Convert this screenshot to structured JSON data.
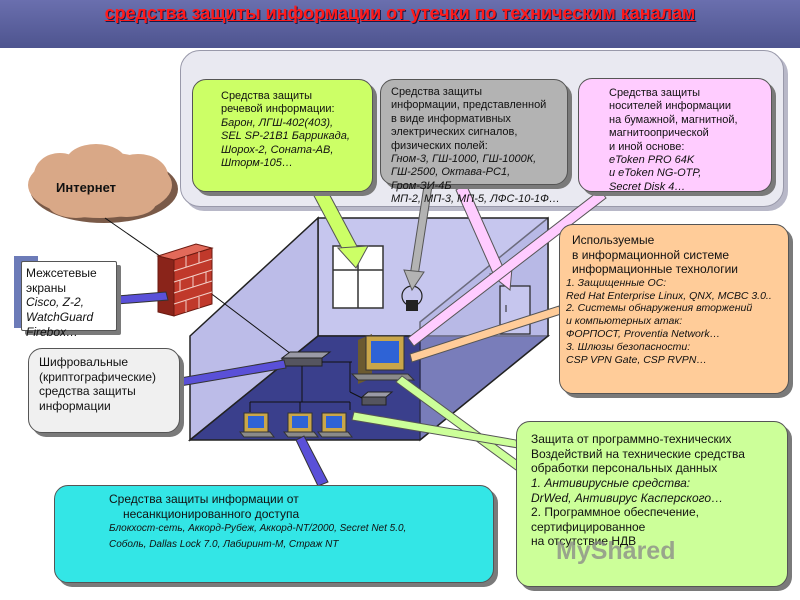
{
  "title": "средства защиты информации от утечки по техническим каналам",
  "internet": "Интернет",
  "box_speech": {
    "line1": "Средства защиты",
    "line2": "речевой информации:",
    "line3": "Барон, ЛГШ-402(403),",
    "line4": "SEL SP-21B1 Баррикада,",
    "line5": "Шорох-2, Соната-АВ,",
    "line6": "Шторм-105…"
  },
  "box_signals": {
    "line1": "Средства защиты",
    "line2": "информации, представленной",
    "line3": "в виде информативных",
    "line4": "электрических сигналов,",
    "line5": "физических полей:",
    "line6": "Гном-3, ГШ-1000, ГШ-1000К,",
    "line7": "ГШ-2500, Октава-РС1,",
    "line8": "Гром-ЗИ-4Б",
    "line9": "МП-2,  МП-3, МП-5, ЛФС-10-1Ф…"
  },
  "box_media": {
    "line1": "Средства защиты",
    "line2": "носителей информации",
    "line3": "на бумажной,  магнитной,",
    "line4": "магнитоопрической",
    "line5": "и иной основе:",
    "line6": "eToken PRO 64K",
    "line7": "и eToken NG-OTP,",
    "line8": "Secret Disk 4…"
  },
  "box_tech": {
    "line1": "Используемые",
    "line2": "в информационной системе",
    "line3": "информационные технологии",
    "line4": "1. Защищенные ОС:",
    "line5": "Red Hat Enterprise Linux, QNX, МСВС 3.0..",
    "line6": "2. Системы обнаружения вторжений",
    "line7": "и компьютерных атак:",
    "line8": "ФОРПОСТ,  Proventia Network…",
    "line9": "3. Шлюзы безопасности:",
    "line10": "CSP VPN Gate, CSP RVPN…"
  },
  "box_software": {
    "line1": "Защита от программно-технических",
    "line2": "Воздействий на технические средства",
    "line3": "обработки персональных данных",
    "line4": "1. Антивирусные средства:",
    "line5": "DrWed, Антивирус Касперского…",
    "line6": "2. Программное обеспечение,",
    "line7": "сертифицированное",
    "line8": "на отсутствие НДВ"
  },
  "box_nsd": {
    "line1": "Средства защиты информации от",
    "line2": "несанкционированного доступа",
    "line3": "Блокхост-сеть, Аккорд-Рубеж, Аккорд-NT/2000,  Secret Net 5.0,",
    "line4": "Соболь,  Dallas Lock 7.0, Лабиринт-М,  Страж NT"
  },
  "box_crypto": {
    "line1": "Шифровальные",
    "line2": "(криптографические)",
    "line3": "средства защиты",
    "line4": "информации"
  },
  "box_firewall": {
    "line1": "Межсетевые",
    "line2": "экраны",
    "line3": "Cisco, Z-2,",
    "line4": "WatchGuard",
    "line5": "Firebox…"
  },
  "watermark": "MyShared",
  "colors": {
    "title": "#ff1a1a",
    "title_bar": "#575d9a",
    "room_floor": "#3a3f8c",
    "room_wall": "#c8c8ee",
    "speech_box": "#ccff66",
    "signals_box": "#b3b3b3",
    "media_box": "#ffccff",
    "tech_box": "#ffcc99",
    "software_box": "#ccff99",
    "nsd_box": "#33e6e6",
    "crypto_box": "#f0f0f0",
    "cloud": "#d9a887",
    "brick": "#c0392b"
  }
}
